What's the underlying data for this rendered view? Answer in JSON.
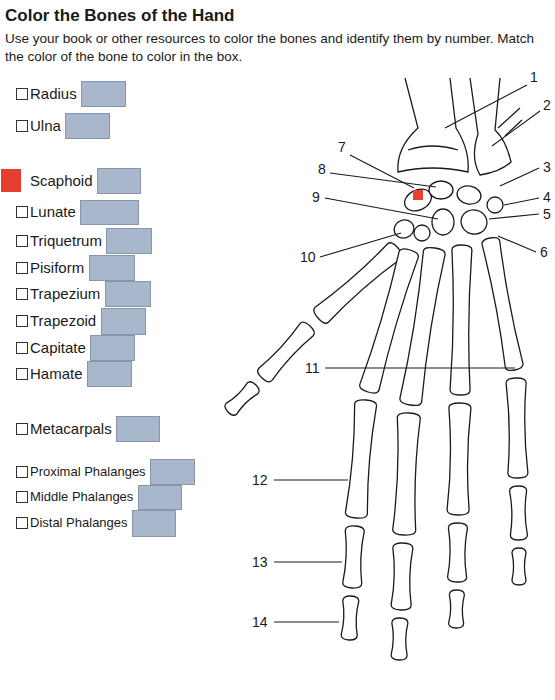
{
  "diagram": {
    "title": "Color the Bones of the Hand",
    "labels": [
      "Use your book or other resources to color the bones and identify them by number. Match the color of the bone to color in the box.",
      "1",
      "2",
      "3",
      "4",
      "5",
      "6",
      "7",
      "8",
      "9",
      "10",
      "11",
      "12",
      "13",
      "14"
    ],
    "legend": [
      {
        "text": "Radius",
        "color": "#a9b7cc"
      },
      {
        "text": "Ulna",
        "color": "#a9b7cc"
      },
      {
        "text": "Scaphoid",
        "color": "#a9b7cc"
      },
      {
        "text": "Lunate",
        "color": "#a9b7cc"
      },
      {
        "text": "Triquetrum",
        "color": "#a9b7cc"
      },
      {
        "text": "Pisiform",
        "color": "#a9b7cc"
      },
      {
        "text": "Trapezium",
        "color": "#a9b7cc"
      },
      {
        "text": "Trapezoid",
        "color": "#a9b7cc"
      },
      {
        "text": "Capitate",
        "color": "#a9b7cc"
      },
      {
        "text": "Hamate",
        "color": "#a9b7cc"
      },
      {
        "text": "Metacarpals",
        "color": "#a9b7cc"
      },
      {
        "text": "Proximal Phalanges",
        "color": "#a9b7cc"
      },
      {
        "text": "Middle Phalanges",
        "color": "#a9b7cc"
      },
      {
        "text": "Distal Phalanges",
        "color": "#a9b7cc"
      }
    ]
  }
}
